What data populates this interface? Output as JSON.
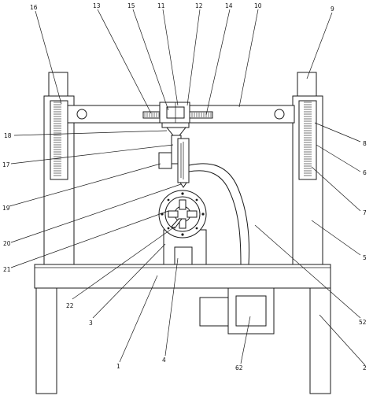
{
  "labels": [
    {
      "id": "label-16",
      "text": "16"
    },
    {
      "id": "label-13",
      "text": "13"
    },
    {
      "id": "label-15",
      "text": "15"
    },
    {
      "id": "label-11",
      "text": "11"
    },
    {
      "id": "label-12",
      "text": "12"
    },
    {
      "id": "label-14",
      "text": "14"
    },
    {
      "id": "label-10",
      "text": "10"
    },
    {
      "id": "label-9",
      "text": "9"
    },
    {
      "id": "label-18",
      "text": "18"
    },
    {
      "id": "label-17",
      "text": "17"
    },
    {
      "id": "label-19",
      "text": "19"
    },
    {
      "id": "label-20",
      "text": "20"
    },
    {
      "id": "label-21",
      "text": "21"
    },
    {
      "id": "label-22",
      "text": "22"
    },
    {
      "id": "label-3",
      "text": "3"
    },
    {
      "id": "label-1",
      "text": "1"
    },
    {
      "id": "label-4",
      "text": "4"
    },
    {
      "id": "label-62",
      "text": "62"
    },
    {
      "id": "label-8",
      "text": "8"
    },
    {
      "id": "label-6",
      "text": "6"
    },
    {
      "id": "label-7",
      "text": "7"
    },
    {
      "id": "label-5",
      "text": "5"
    },
    {
      "id": "label-52",
      "text": "52"
    },
    {
      "id": "label-2",
      "text": "2"
    }
  ],
  "colors": {
    "line": "#1a1a1a",
    "background": "#ffffff"
  }
}
